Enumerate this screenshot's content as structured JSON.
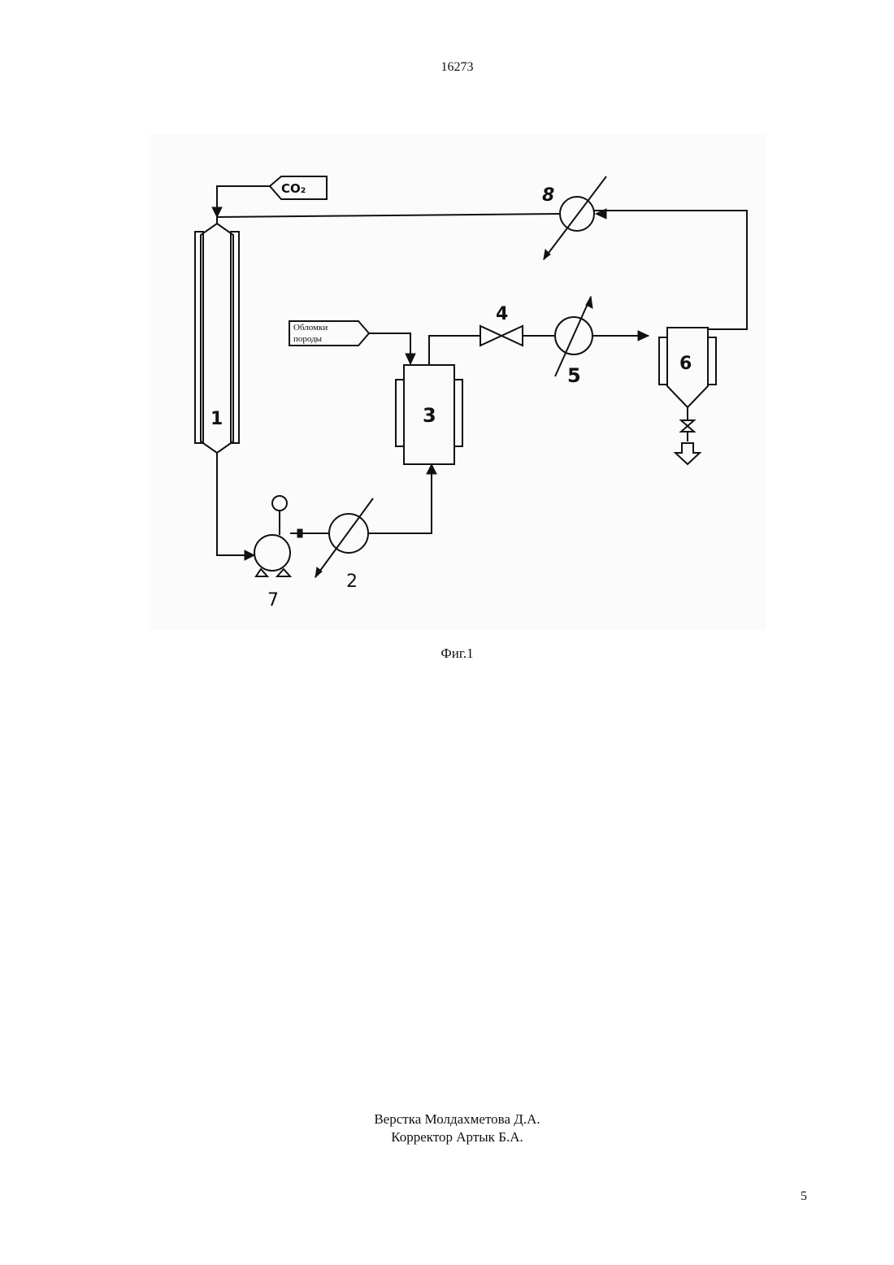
{
  "header": {
    "doc_number": "16273"
  },
  "figure": {
    "caption": "Фиг.1",
    "labels": {
      "co2": "CO₂",
      "rock_line1": "Обломки",
      "rock_line2": "породы",
      "n1": "1",
      "n2": "2",
      "n3": "3",
      "n4": "4",
      "n5": "5",
      "n6": "6",
      "n7": "7",
      "n8": "8"
    }
  },
  "footer": {
    "layout": "Верстка Молдахметова Д.А.",
    "corrector": "Корректор Артык Б.А."
  },
  "page": {
    "number": "5"
  }
}
